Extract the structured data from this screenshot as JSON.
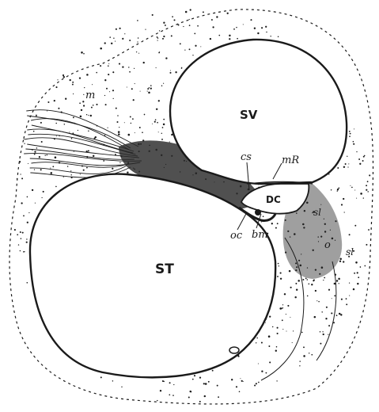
{
  "labels": {
    "sv": "SV",
    "st": "ST",
    "dc": "DC",
    "cs": "cs",
    "mr": "mR",
    "oc": "oc",
    "bm": "bm",
    "m": "m",
    "sl": "sl",
    "o": "o",
    "sl2": "sl"
  },
  "colors": {
    "ink": "#1a1a1a",
    "paper": "#ffffff"
  }
}
